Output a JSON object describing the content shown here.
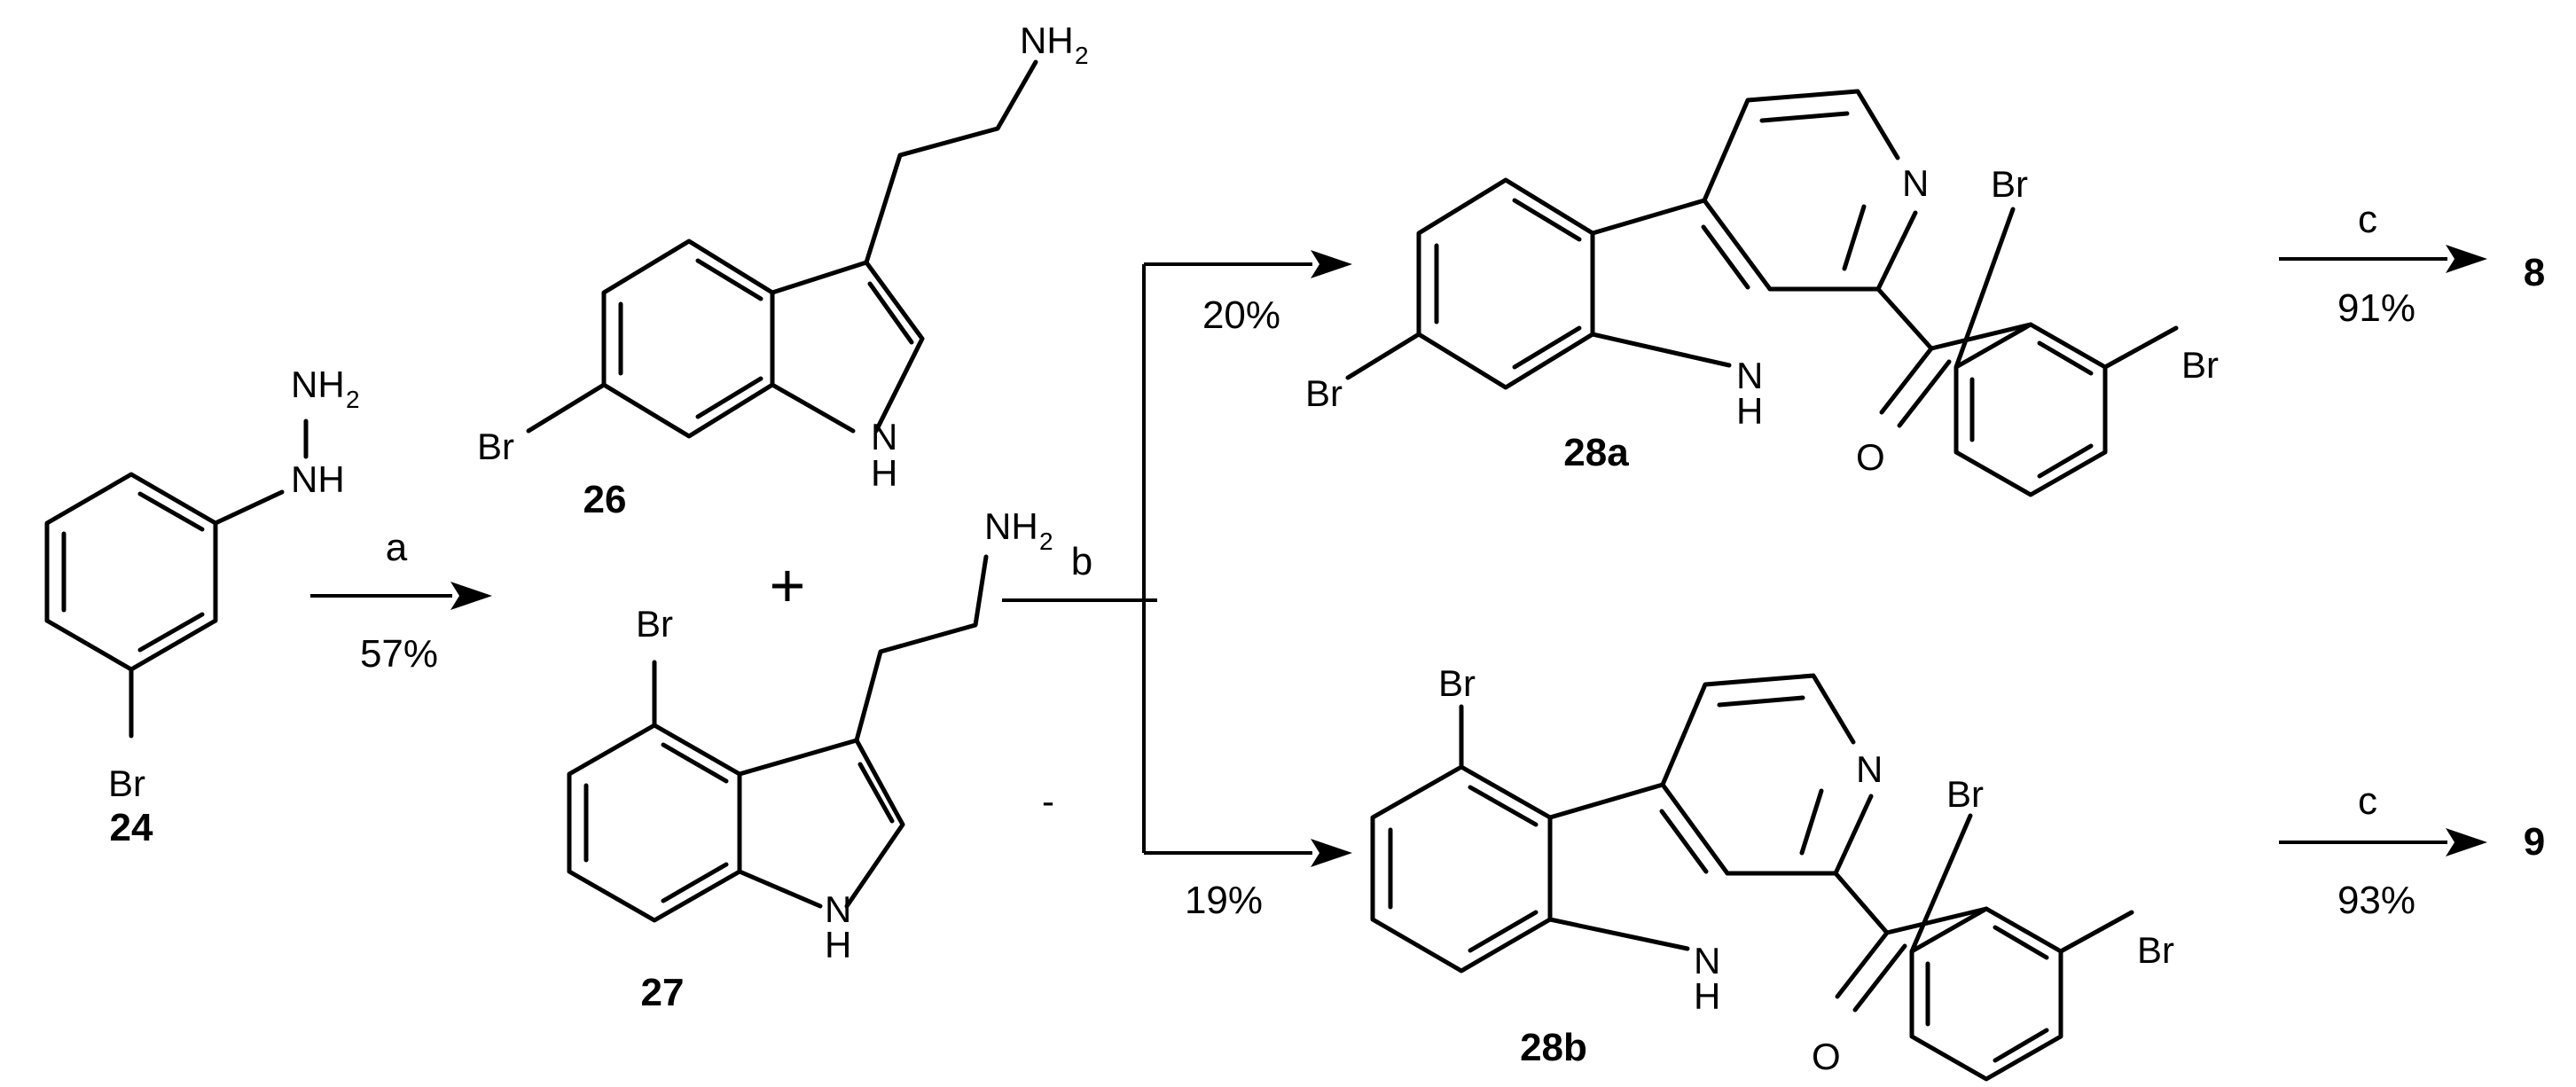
{
  "atoms": {
    "br": "Br",
    "n": "N",
    "h": "H",
    "o": "O",
    "nh": "NH",
    "nh_main": "NH",
    "sub2": "2"
  },
  "compounds": {
    "c24": "24",
    "c26": "26",
    "c27": "27",
    "c28a": "28a",
    "c28b": "28b",
    "c8": "8",
    "c9": "9"
  },
  "steps": {
    "a_reagent": "a",
    "a_yield": "57%",
    "b_reagent": "b",
    "top_yield": "20%",
    "bottom_yield": "19%",
    "c_top_reagent": "c",
    "c_top_yield": "91%",
    "c_bottom_reagent": "c",
    "c_bottom_yield": "93%"
  },
  "symbols": {
    "plus": "+",
    "stray_mark": "-"
  }
}
